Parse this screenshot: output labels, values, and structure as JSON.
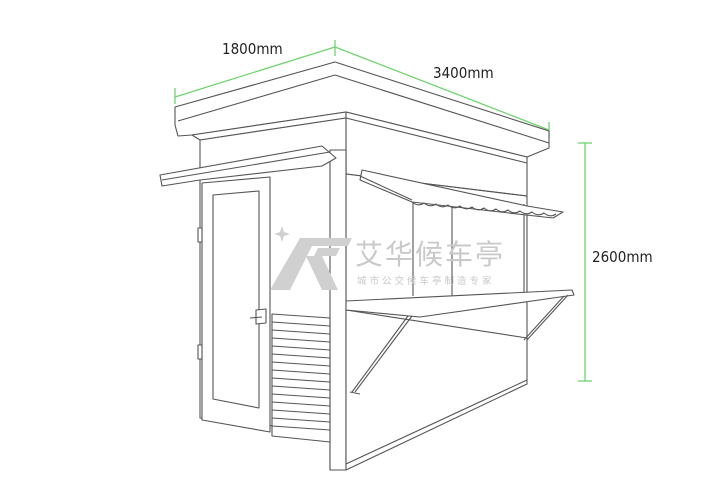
{
  "dimensions": {
    "width": "1800mm",
    "length": "3400mm",
    "height": "2600mm"
  },
  "watermark": {
    "title": "艾华候车亭",
    "subtitle": "城市公交候车亭制造专家"
  },
  "colors": {
    "dimension_line": "#6fd36f",
    "outline": "#555555",
    "watermark": "#c9c9c9"
  }
}
